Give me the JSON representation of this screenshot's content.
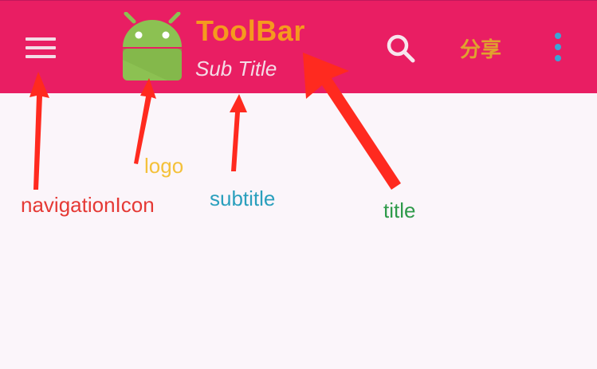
{
  "toolbar": {
    "title": "ToolBar",
    "subtitle": "Sub Title",
    "share_label": "分享",
    "background_color": "#e91e63",
    "navigation_icon": "hamburger-menu-icon",
    "logo": "android-logo",
    "search_icon": "search-icon",
    "overflow_icon": "more-vertical-icon"
  },
  "annotations": {
    "navigation_icon": "navigationIcon",
    "logo": "logo",
    "subtitle": "subtitle",
    "title": "title"
  },
  "colors": {
    "arrow": "#ff2a1f",
    "title": "#f59a1e",
    "annotation_navigation": "#e53935",
    "annotation_logo": "#f4c13a",
    "annotation_subtitle": "#2a9fbd",
    "annotation_title": "#2e9a4a"
  }
}
